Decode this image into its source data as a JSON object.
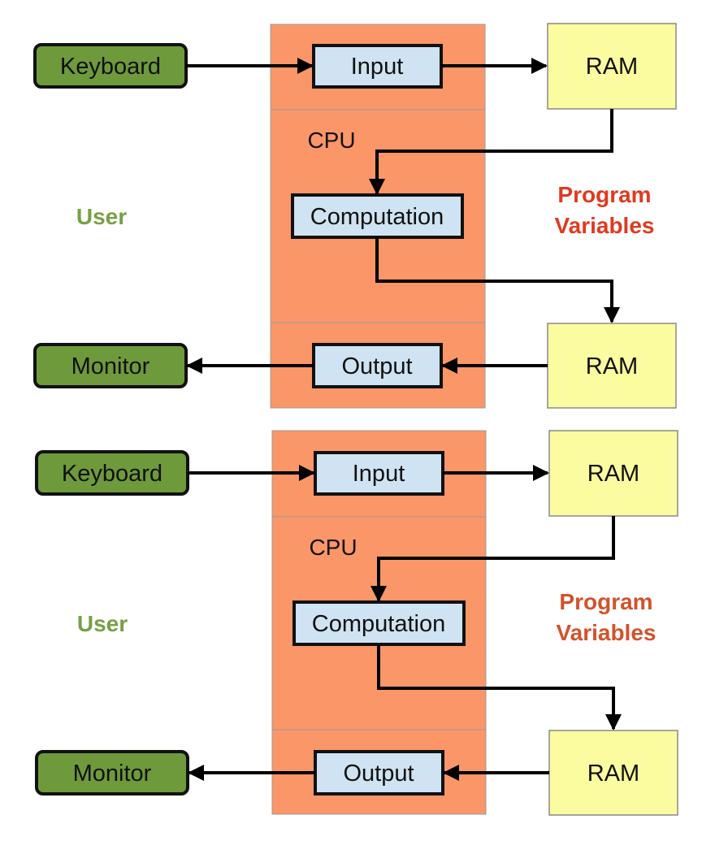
{
  "diagrams": [
    {
      "keyboard": "Keyboard",
      "monitor": "Monitor",
      "user": "User",
      "cpu": "CPU",
      "input": "Input",
      "computation": "Computation",
      "output": "Output",
      "ram_top": "RAM",
      "ram_bottom": "RAM",
      "program_line1": "Program",
      "program_line2": "Variables"
    },
    {
      "keyboard": "Keyboard",
      "monitor": "Monitor",
      "user": "User",
      "cpu": "CPU",
      "input": "Input",
      "computation": "Computation",
      "output": "Output",
      "ram_top": "RAM",
      "ram_bottom": "RAM",
      "program_line1": "Program",
      "program_line2": "Variables"
    }
  ],
  "colors": {
    "device_fill": "#6e9a3c",
    "cpu_fill": "#fb9668",
    "unit_fill": "#cfe3f2",
    "ram_fill": "#fbfb9f",
    "user_text": "#77a046",
    "program_text_top": "#e03a20",
    "program_text_bottom": "#d2522c"
  }
}
